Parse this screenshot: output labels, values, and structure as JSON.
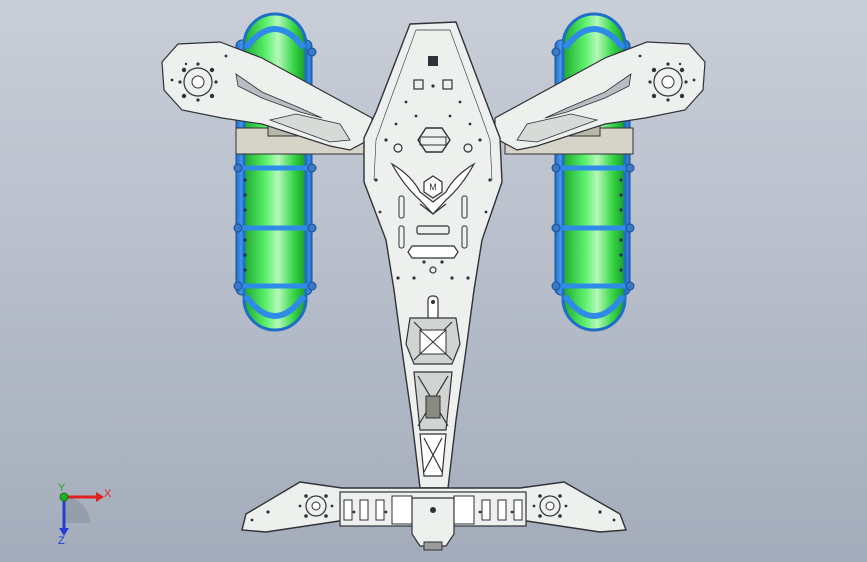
{
  "viewport": {
    "background_top": "#c9ced8",
    "background_bottom": "#a4acbb"
  },
  "model": {
    "frame_fill": "#eef0ee",
    "frame_stroke": "#2f3236",
    "tank_green": "#3ce04a",
    "tank_highlight": "#9ff5a4",
    "tank_blue": "#2f8be8",
    "bracket_fill": "#d6d3c8",
    "logo_text": "M"
  },
  "triad": {
    "x_label": "X",
    "y_label": "Y",
    "z_label": "Z",
    "x_color": "#e02020",
    "y_color": "#20b020",
    "z_color": "#2040d0"
  }
}
